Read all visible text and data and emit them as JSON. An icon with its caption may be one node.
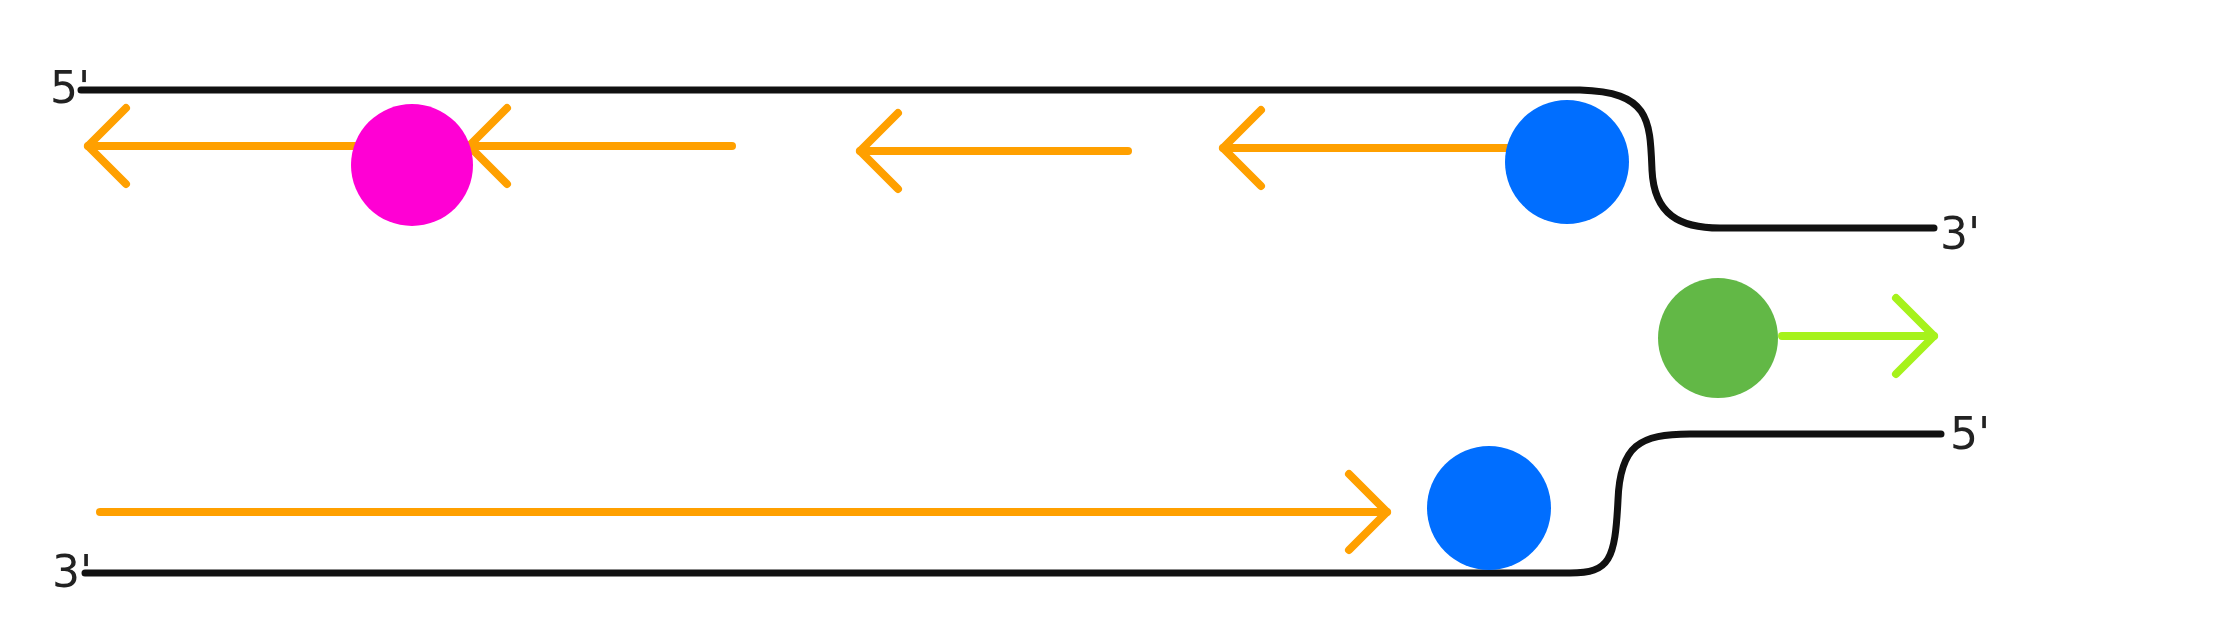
{
  "diagram": {
    "nodes": [
      {
        "text": [],
        "shape": "circle"
      },
      {
        "text": [],
        "shape": "circle"
      },
      {
        "text": [],
        "shape": "circle"
      },
      {
        "text": [],
        "shape": "circle"
      }
    ],
    "labels": [
      "5'",
      "3'",
      "5'",
      "3'"
    ]
  }
}
